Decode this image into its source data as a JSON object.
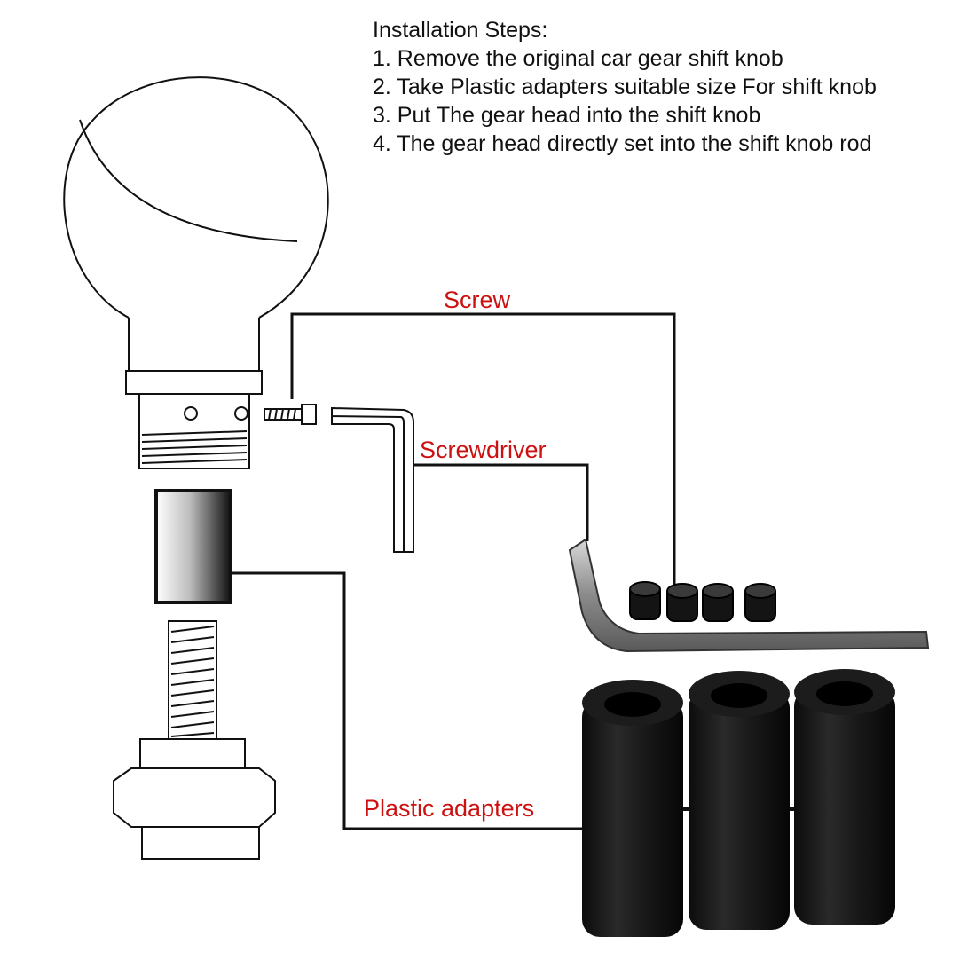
{
  "instructions": {
    "heading": "Installation Steps:",
    "steps": [
      "1. Remove the original car gear shift knob",
      "2. Take Plastic adapters suitable size For shift knob",
      "3. Put The gear head into the shift knob",
      "4. The gear head directly set into the shift knob rod"
    ]
  },
  "callouts": {
    "screw": "Screw",
    "screwdriver": "Screwdriver",
    "plastic_adapters": "Plastic adapters"
  },
  "colors": {
    "callout_text": "#cc1111",
    "line": "#111111",
    "adapter": "#151515",
    "wrench": "#9a9a9a"
  }
}
